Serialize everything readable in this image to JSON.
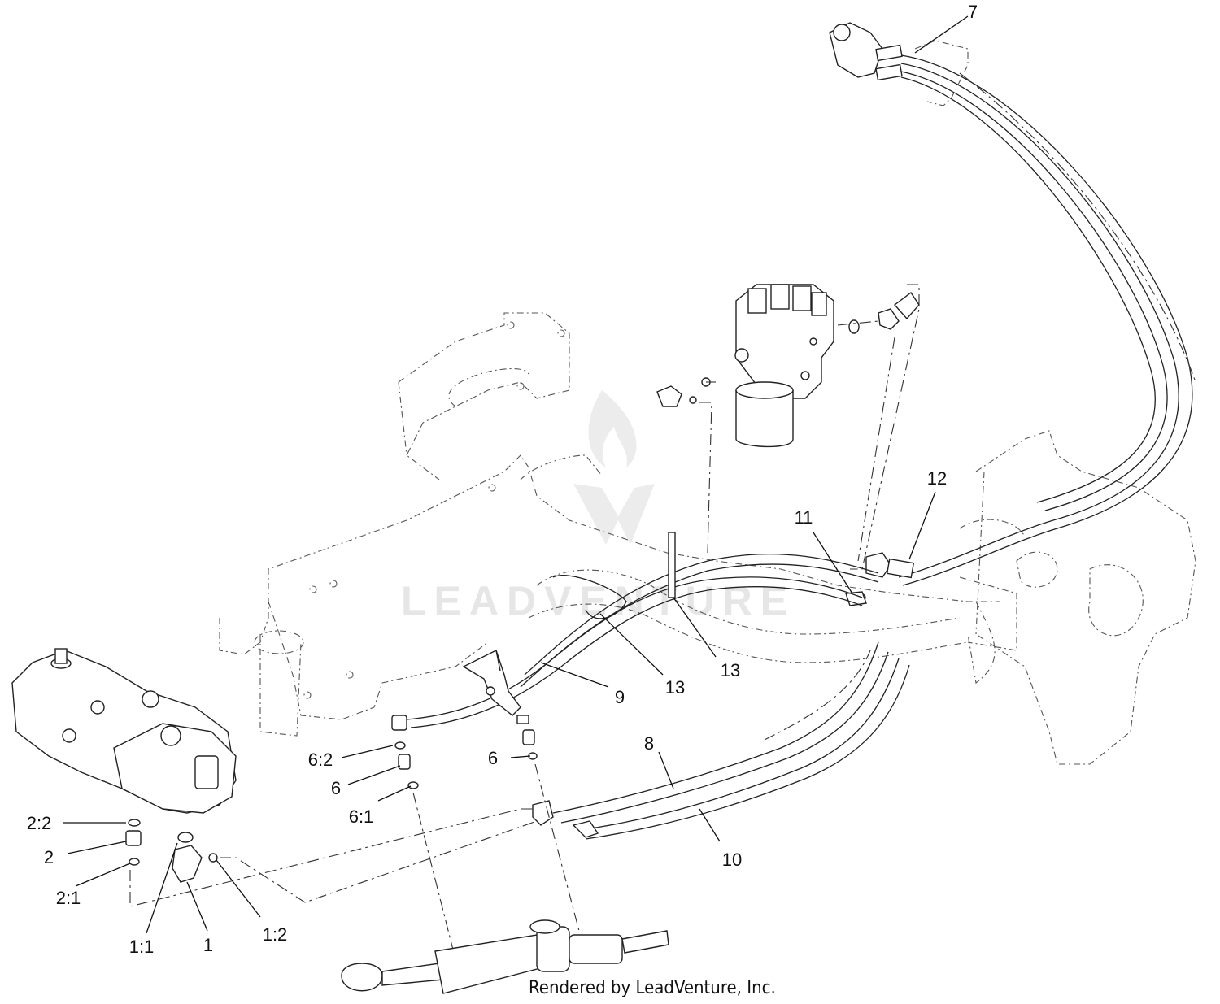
{
  "watermark": "LEADVENTURE",
  "footer": "Rendered by LeadVenture, Inc.",
  "callouts": {
    "c7": "7",
    "c12": "12",
    "c11": "11",
    "c13a": "13",
    "c13b": "13",
    "c9": "9",
    "c8": "8",
    "c10": "10",
    "c62": "6:2",
    "c6a": "6",
    "c6b": "6",
    "c61": "6:1",
    "c22": "2:2",
    "c2": "2",
    "c21": "2:1",
    "c11b": "1:1",
    "c1": "1",
    "c12b": "1:2"
  }
}
